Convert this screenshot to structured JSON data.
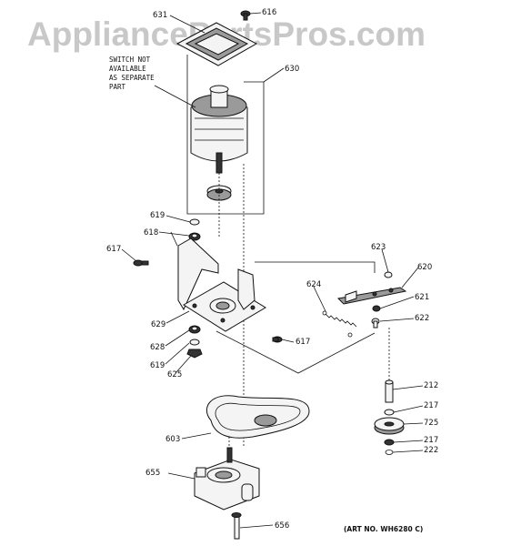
{
  "watermark": "AppliancePartsPros.com",
  "note": [
    "SWITCH NOT",
    "AVAILABLE",
    "AS SEPARATE",
    "PART"
  ],
  "art_number": "(ART NO. WH6280 C)",
  "callouts": {
    "c631": "631",
    "c616": "616",
    "c630": "630",
    "c619a": "619",
    "c618": "618",
    "c617a": "617",
    "c623": "623",
    "c620": "620",
    "c624": "624",
    "c621": "621",
    "c622": "622",
    "c629": "629",
    "c617b": "617",
    "c628": "628",
    "c619b": "619",
    "c625": "625",
    "c212": "212",
    "c217a": "217",
    "c725": "725",
    "c603": "603",
    "c217b": "217",
    "c222": "222",
    "c655": "655",
    "c656": "656"
  }
}
